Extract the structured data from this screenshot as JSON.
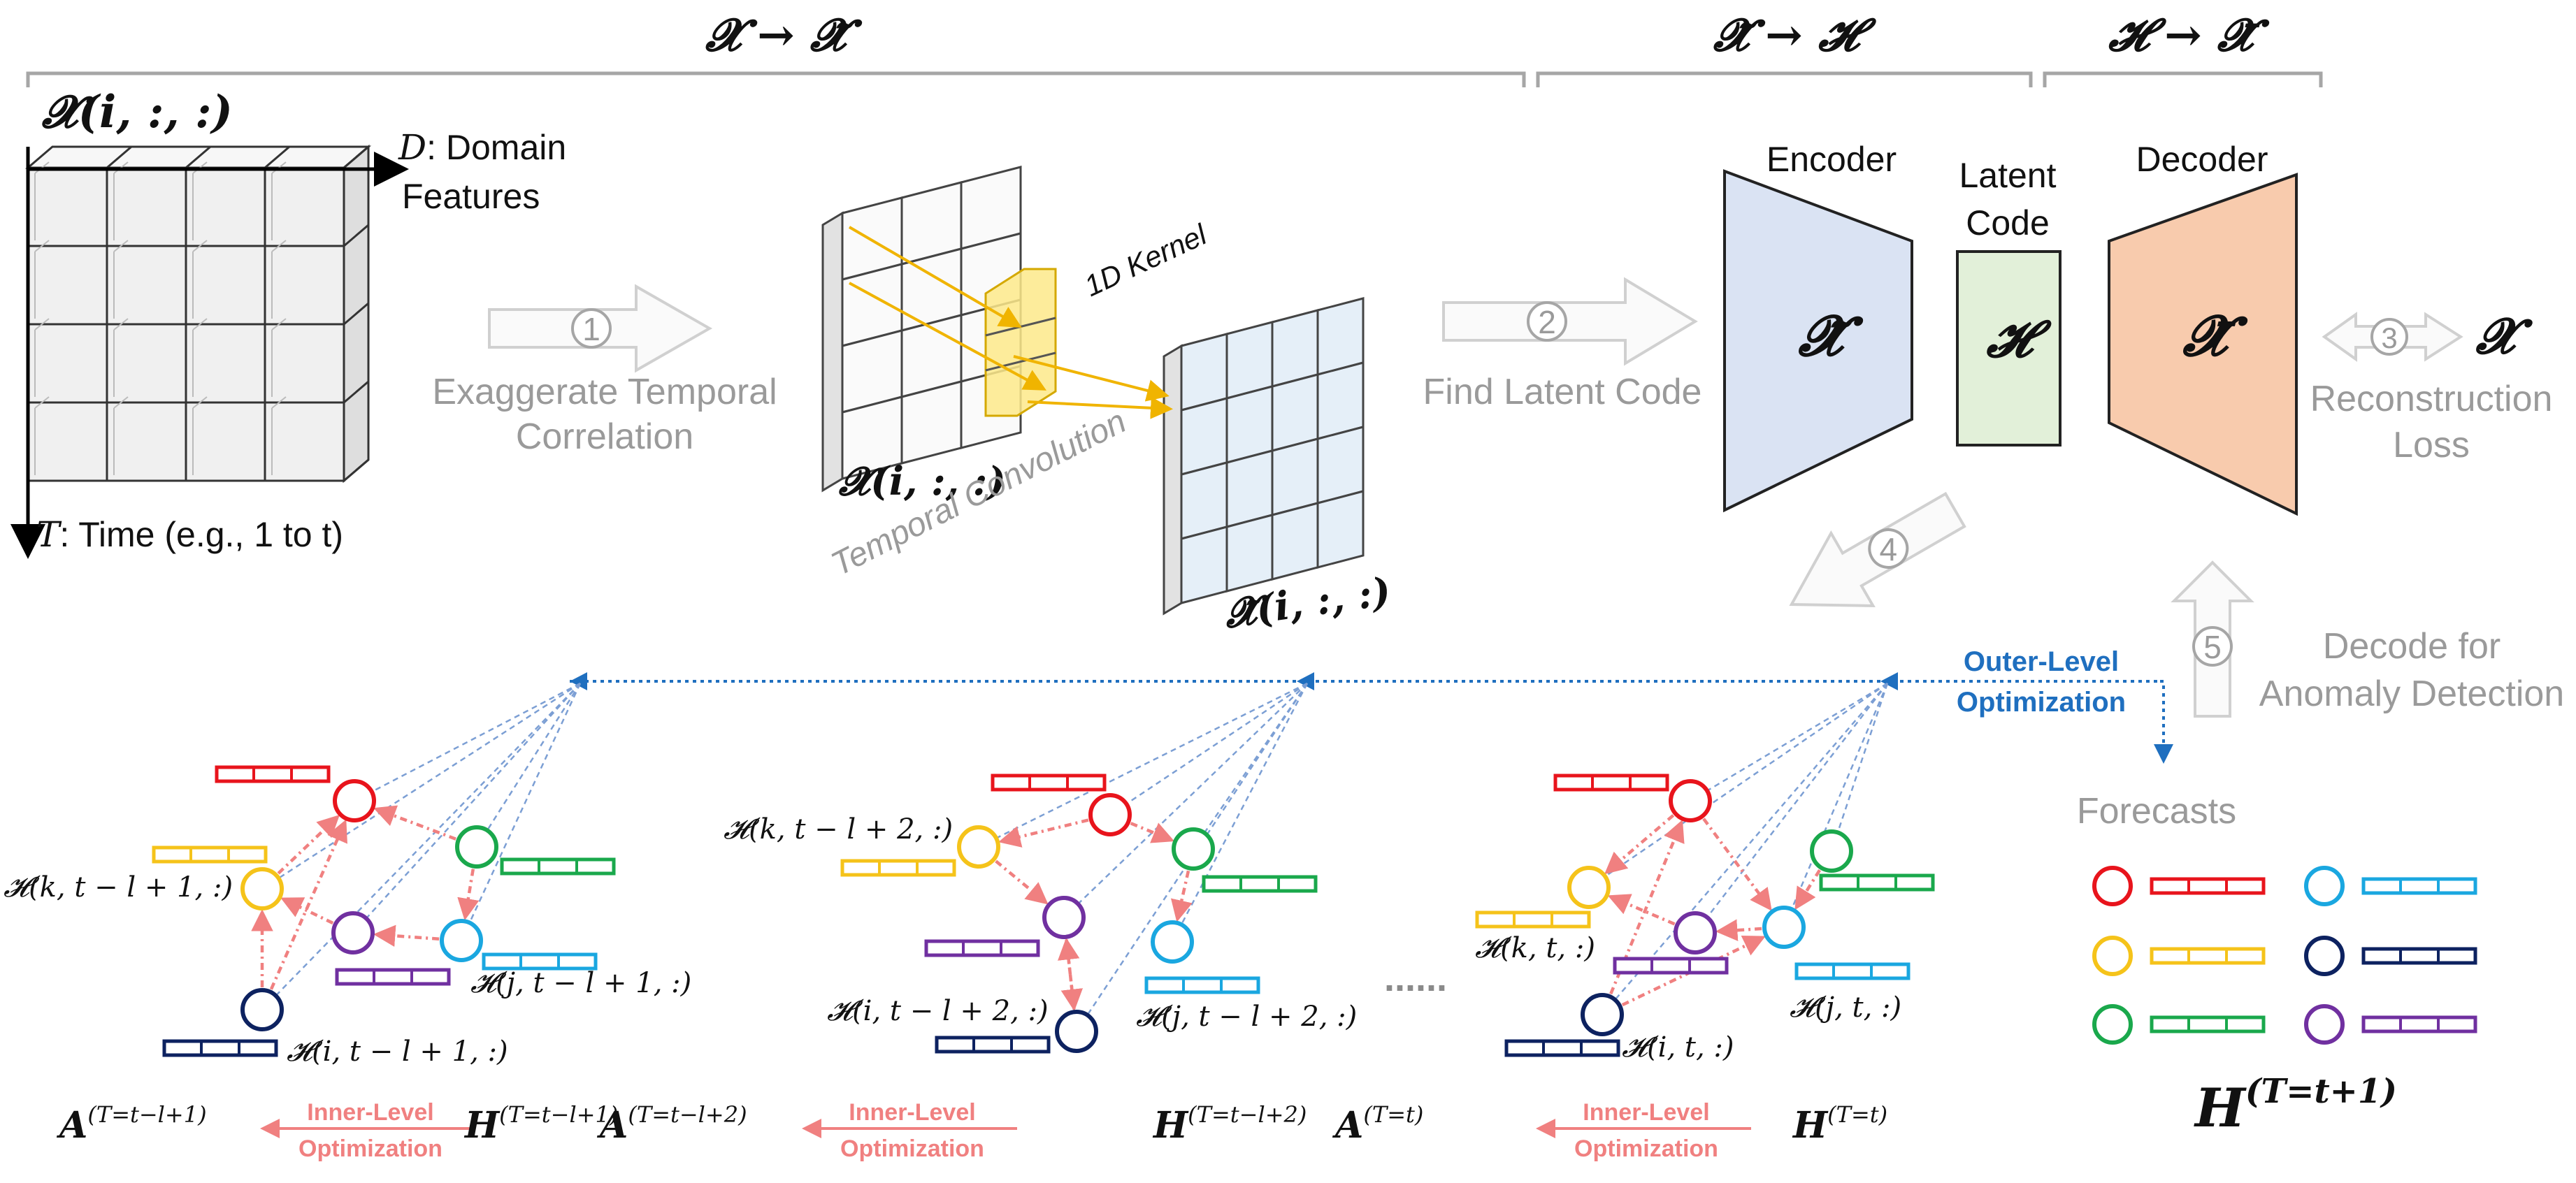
{
  "sections": {
    "x_to_xt": "𝓧 → 𝓧̃",
    "xt_to_h": "𝓧̃ → 𝓗",
    "h_to_xb": "𝓗 → 𝓧̄"
  },
  "tensor": {
    "title": "𝓧(i, :, :)",
    "d_axis_var": "D",
    "d_axis_text": ": Domain",
    "d_axis_text2": "Features",
    "t_axis_var": "T",
    "t_axis_text": ": Time (e.g., 1 to t)"
  },
  "steps": [
    {
      "num": "1",
      "label1": "Exaggerate Temporal",
      "label2": "Correlation"
    },
    {
      "num": "2",
      "label1": "Find Latent Code"
    },
    {
      "num": "3",
      "label1": "Reconstruction",
      "label2": "Loss",
      "target": "𝓧"
    },
    {
      "num": "4"
    },
    {
      "num": "5",
      "label1": "Decode for",
      "label2": "Anomaly Detection"
    }
  ],
  "conv": {
    "kernel": "1D Kernel",
    "input_label": "𝓧(i, :, :)",
    "process": "Temporal Convolution",
    "output_label": "𝓧̃(i, :, :)"
  },
  "autoencoder": {
    "encoder": "Encoder",
    "latent1": "Latent",
    "latent2": "Code",
    "decoder": "Decoder",
    "enc_sym": "𝓧̃",
    "latent_sym": "𝓗",
    "dec_sym": "𝓧̄"
  },
  "outer": {
    "line1": "Outer-Level",
    "line2": "Optimization"
  },
  "forecasts": {
    "label": "Forecasts",
    "title": "H",
    "title_sup": "(T=t+1)"
  },
  "graphs": [
    {
      "label_k": "𝓗(k, t − l + 1, :)",
      "label_j": "𝓗(j, t − l + 1, :)",
      "label_i": "𝓗(i, t − l + 1, :)",
      "a": "A",
      "a_sup": "(T=t−l+1)",
      "h": "H",
      "h_sup": "(T=t−l+1)",
      "inner1": "Inner-Level",
      "inner2": "Optimization"
    },
    {
      "label_k": "𝓗(k, t − l + 2, :)",
      "label_j": "𝓗(j, t − l + 2, :)",
      "label_i": "𝓗(i, t − l + 2, :)",
      "a": "A",
      "a_sup": "(T=t−l+2)",
      "h": "H",
      "h_sup": "(T=t−l+2)",
      "inner1": "Inner-Level",
      "inner2": "Optimization"
    },
    {
      "label_k": "𝓗(k, t, :)",
      "label_j": "𝓗(j, t, :)",
      "label_i": "𝓗(i, t, :)",
      "a": "A",
      "a_sup": "(T=t)",
      "h": "H",
      "h_sup": "(T=t)",
      "inner1": "Inner-Level",
      "inner2": "Optimization"
    }
  ],
  "ellipsis": "......",
  "colors": {
    "red": "#e8141c",
    "yellow": "#f5c31a",
    "green": "#1aa84c",
    "purple": "#7030a0",
    "cyan": "#1aa7e0",
    "navy": "#0d2260",
    "outer_blue": "#1f6fbf",
    "inner_pink": "#f08080",
    "encoder_fill": "#dae3f3",
    "latent_fill": "#e2f0d9",
    "decoder_fill": "#f8cbad"
  }
}
